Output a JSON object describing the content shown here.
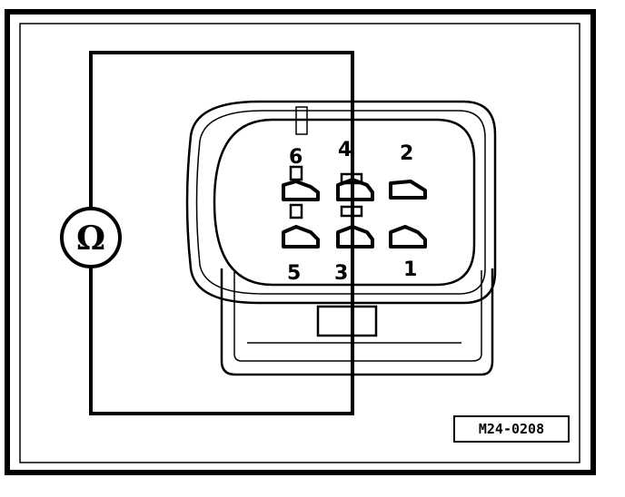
{
  "meter": {
    "symbol": "Ω"
  },
  "connector": {
    "pins": {
      "p1": "1",
      "p2": "2",
      "p3": "3",
      "p4": "4",
      "p5": "5",
      "p6": "6"
    }
  },
  "reference": {
    "code": "M24-0208"
  }
}
